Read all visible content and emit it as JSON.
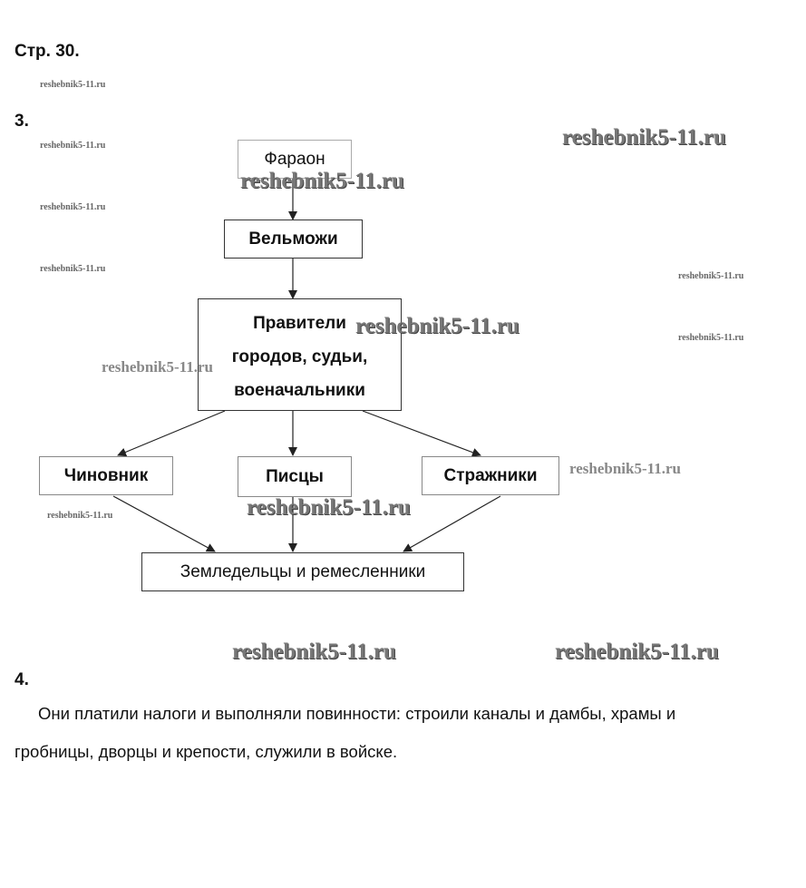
{
  "page_label": "Стр. 30.",
  "task3": {
    "number": "3.",
    "diagram": {
      "pharaoh": "Фараон",
      "nobles": "Вельможи",
      "rulers": [
        "Правители",
        "городов, судьи,",
        "военачальники"
      ],
      "officials": "Чиновник",
      "scribes": "Писцы",
      "guards": "Стражники",
      "farmers": "Земледельцы и ремесленники"
    }
  },
  "task4": {
    "number": "4.",
    "answer_line1": "Они платили налоги и выполняли повинности: строили каналы и дамбы, храмы и",
    "answer_line2": "гробницы, дворцы и крепости, служили в войске."
  },
  "watermark": "reshebnik5-11.ru"
}
